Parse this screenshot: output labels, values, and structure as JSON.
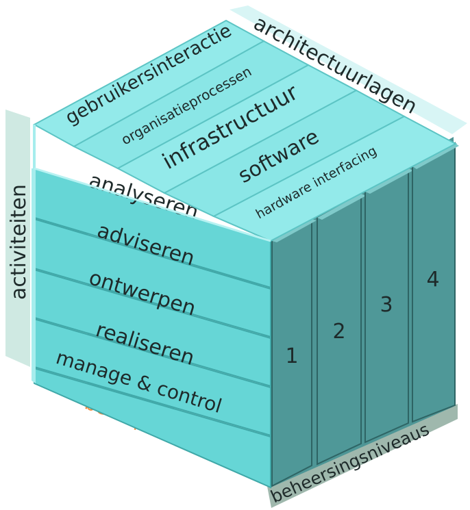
{
  "axes": {
    "architecture_label": "architectuurlagen",
    "activities_label": "activiteiten",
    "tasks_label": "beroepstaken",
    "levels_label": "beheersingsniveaus"
  },
  "architecture_layers": [
    "gebruikersinteractie",
    "organisatieprocessen",
    "infrastructuur",
    "software",
    "hardware interfacing"
  ],
  "activities": [
    "analyseren",
    "adviseren",
    "ontwerpen",
    "realiseren",
    "manage & control"
  ],
  "levels": [
    "1",
    "2",
    "3",
    "4"
  ],
  "colors": {
    "top_face": "#8ae6e6",
    "front_face": "#66d6d6",
    "side_face": "#4e9696",
    "activities_band": "#cfe9e2",
    "architecture_band": "#d8f5f5",
    "levels_band": "#9fb8ad",
    "tasks_label_color": "#f08a3c"
  }
}
